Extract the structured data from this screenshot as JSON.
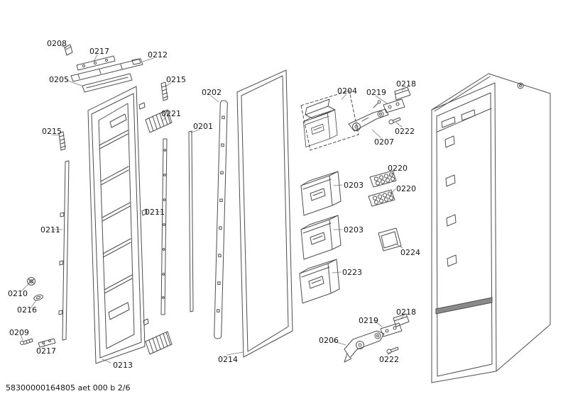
{
  "diagram": {
    "footer": "58300000164805 aet 000 b 2/6",
    "colors": {
      "line": "#4d4d4d",
      "leader": "#7a7a7a",
      "label_text": "#141414",
      "background": "#ffffff"
    }
  },
  "labels": [
    {
      "text": "0208",
      "part": "small-cap"
    },
    {
      "text": "0217",
      "part": "mounting-strip-top"
    },
    {
      "text": "0212",
      "part": "top-rail"
    },
    {
      "text": "0205",
      "part": "bracket"
    },
    {
      "text": "0215",
      "part": "clip-strip-right"
    },
    {
      "text": "0202",
      "part": "screw-trim-strip"
    },
    {
      "text": "0221",
      "part": "vent-grille-top"
    },
    {
      "text": "0201",
      "part": "side-bar"
    },
    {
      "text": "0215",
      "part": "clip-strip-left"
    },
    {
      "text": "0204",
      "part": "bin-with-flap"
    },
    {
      "text": "0219",
      "part": "fixing-plate-top"
    },
    {
      "text": "0218",
      "part": "cover-cap-top"
    },
    {
      "text": "0222",
      "part": "screw-top"
    },
    {
      "text": "0207",
      "part": "upper-hinge"
    },
    {
      "text": "0220",
      "part": "tray-a"
    },
    {
      "text": "0203",
      "part": "door-bin-upper"
    },
    {
      "text": "0220",
      "part": "tray-b"
    },
    {
      "text": "0211",
      "part": "rail-center"
    },
    {
      "text": "0211",
      "part": "rail-left"
    },
    {
      "text": "0203",
      "part": "door-bin-middle"
    },
    {
      "text": "0224",
      "part": "cover-frame"
    },
    {
      "text": "0223",
      "part": "door-bin-lower"
    },
    {
      "text": "0210",
      "part": "grommet"
    },
    {
      "text": "0216",
      "part": "oval-bushing"
    },
    {
      "text": "0218",
      "part": "cover-cap-bottom"
    },
    {
      "text": "0219",
      "part": "fixing-plate-bottom"
    },
    {
      "text": "0209",
      "part": "screw-left"
    },
    {
      "text": "0217",
      "part": "strip-bottom"
    },
    {
      "text": "0222",
      "part": "screw-bottom"
    },
    {
      "text": "0206",
      "part": "lower-hinge"
    },
    {
      "text": "0214",
      "part": "door-panel"
    },
    {
      "text": "0213",
      "part": "door-gasket"
    }
  ]
}
